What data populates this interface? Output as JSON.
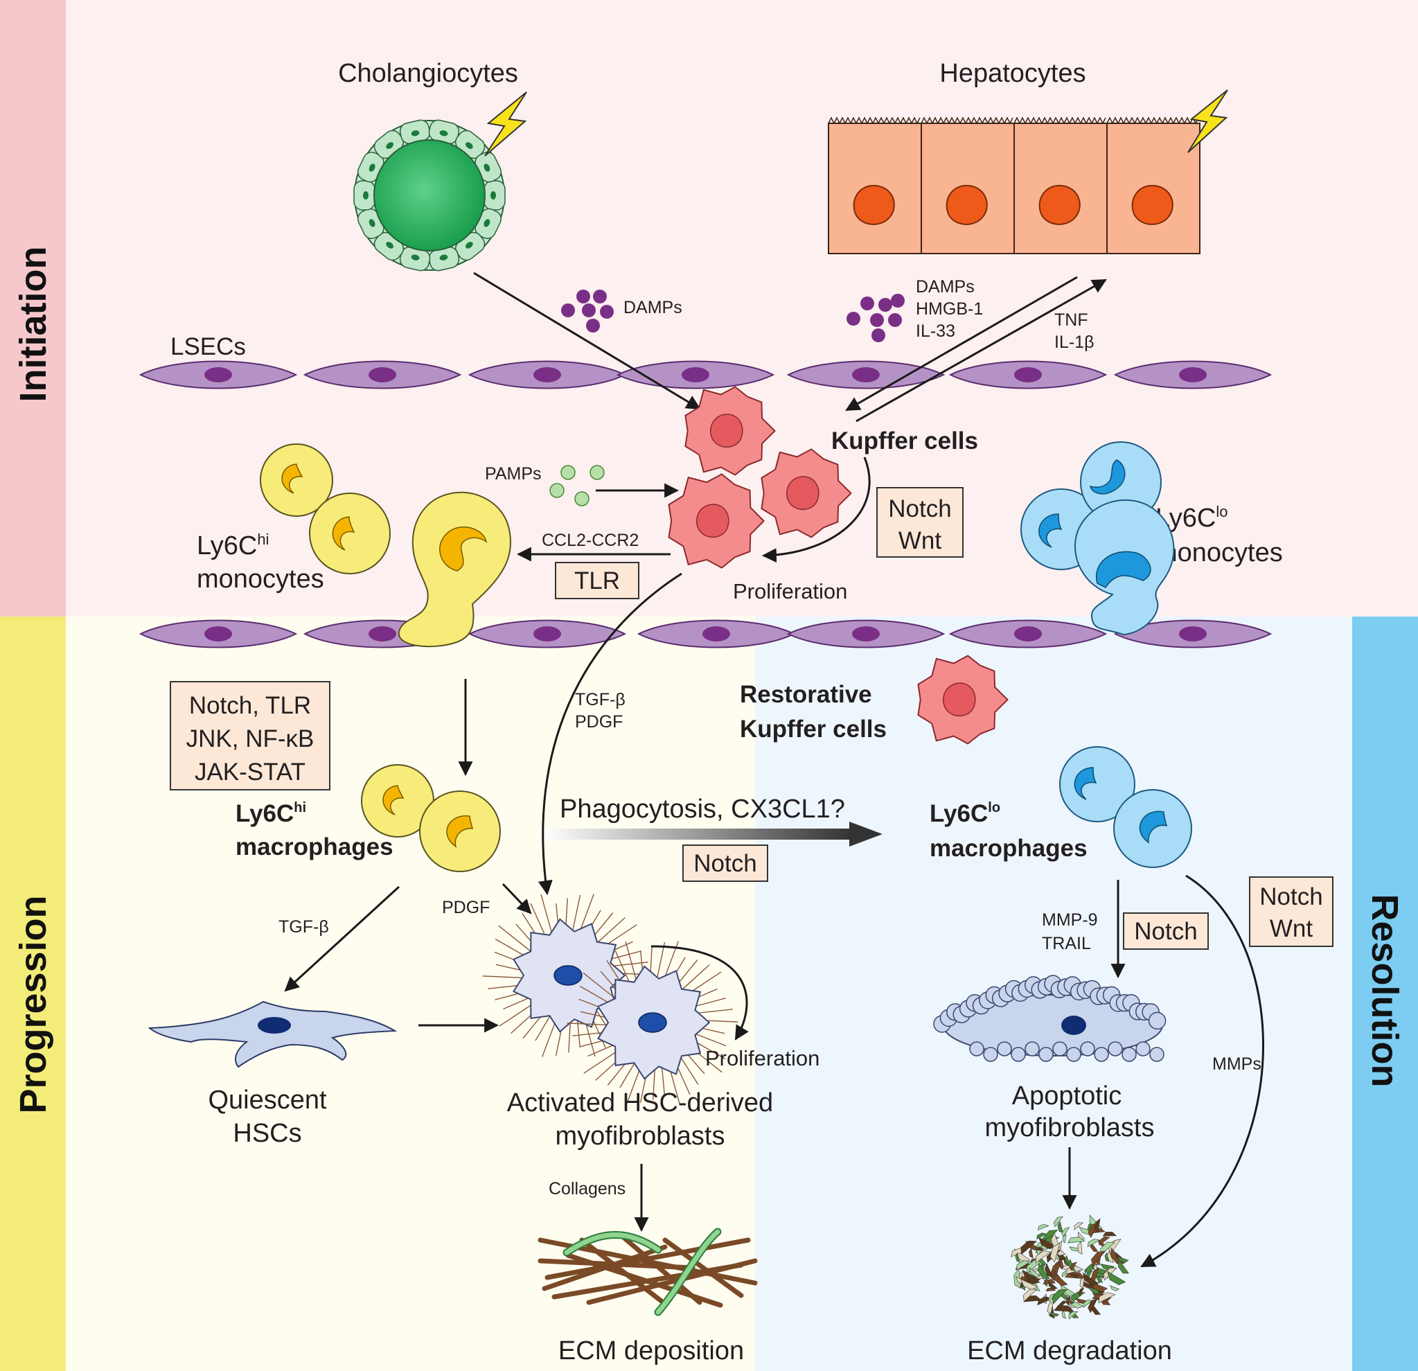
{
  "phases": {
    "initiation": "Initiation",
    "progression": "Progression",
    "resolution": "Resolution"
  },
  "colors": {
    "initiation_band": "#f6c8cc",
    "initiation_bg": "#fdf0f0",
    "progression_band": "#f3ec79",
    "progression_bg": "#fffdf0",
    "resolution_band": "#7ccdf1",
    "resolution_bg": "#eef6fd",
    "signal_box": "#fde8d8",
    "kupffer": "#f07f80",
    "ly6c_hi": "#f5e75c",
    "ly6c_lo": "#56b9ea",
    "lsec": "#b07fc0",
    "hepatocyte": "#f7a57a",
    "cholangiocyte": "#2fae60",
    "damps": "#7a2f87",
    "pamps": "#9bd18d"
  },
  "cells": {
    "cholangiocytes": "Cholangiocytes",
    "hepatocytes": "Hepatocytes",
    "lsecs": "LSECs",
    "kupffer_cells": "Kupffer cells",
    "ly6chi_monocytes_base": "Ly6C",
    "ly6chi_monocytes_sup": "hi",
    "ly6chi_monocytes_line2": "monocytes",
    "ly6clo_monocytes_base": "Ly6C",
    "ly6clo_monocytes_sup": "lo",
    "ly6clo_monocytes_line2": "monocytes",
    "restorative_kupffer_line1": "Restorative",
    "restorative_kupffer_line2": "Kupffer cells",
    "ly6chi_macrophages_base": "Ly6C",
    "ly6chi_macrophages_sup": "hi",
    "ly6chi_macrophages_line2": "macrophages",
    "ly6clo_macrophages_base": "Ly6C",
    "ly6clo_macrophages_sup": "lo",
    "ly6clo_macrophages_line2": "macrophages",
    "quiescent_hscs_line1": "Quiescent",
    "quiescent_hscs_line2": "HSCs",
    "activated_hsc_line1": "Activated HSC-derived",
    "activated_hsc_line2": "myofibroblasts",
    "apoptotic_line1": "Apoptotic",
    "apoptotic_line2": "myofibroblasts",
    "ecm_deposition": "ECM deposition",
    "ecm_degradation": "ECM degradation"
  },
  "mediators": {
    "damps_chol": "DAMPs",
    "damps_hep_1": "DAMPs",
    "damps_hep_2": "HMGB-1",
    "damps_hep_3": "IL-33",
    "tnf": "TNF",
    "il1b": "IL-1β",
    "pamps": "PAMPs",
    "ccl2_ccr2": "CCL2-CCR2",
    "proliferation_kc": "Proliferation",
    "tgfb_pdgf_1": "TGF-β",
    "tgfb_pdgf_2": "PDGF",
    "phagocytosis": "Phagocytosis, CX3CL1?",
    "tgfb_hsc": "TGF-β",
    "pdgf_hsc": "PDGF",
    "proliferation_hsc": "Proliferation",
    "collagens": "Collagens",
    "mmp9": "MMP-9",
    "trail": "TRAIL",
    "mmps": "MMPs"
  },
  "signal_boxes": {
    "tlr": "TLR",
    "notch_wnt_kc_1": "Notch",
    "notch_wnt_kc_2": "Wnt",
    "prog_box_1": "Notch, TLR",
    "prog_box_2": "JNK, NF-κB",
    "prog_box_3": "JAK-STAT",
    "notch_mid": "Notch",
    "notch_res": "Notch",
    "notch_wnt_res_1": "Notch",
    "notch_wnt_res_2": "Wnt"
  }
}
